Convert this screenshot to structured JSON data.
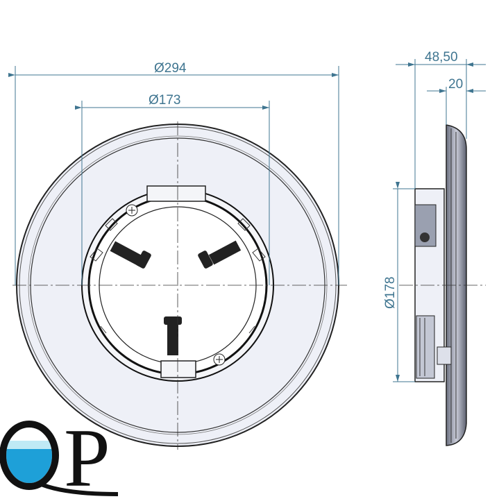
{
  "dimensions": {
    "outer_diameter": "Ø294",
    "inner_diameter": "Ø173",
    "side_height_diameter": "Ø178",
    "total_depth": "48,50",
    "plate_depth": "20"
  },
  "logo": {
    "text": "QP"
  },
  "colors": {
    "dimension": "#3f7590",
    "outline": "#222222",
    "face": "#eef0f7"
  }
}
